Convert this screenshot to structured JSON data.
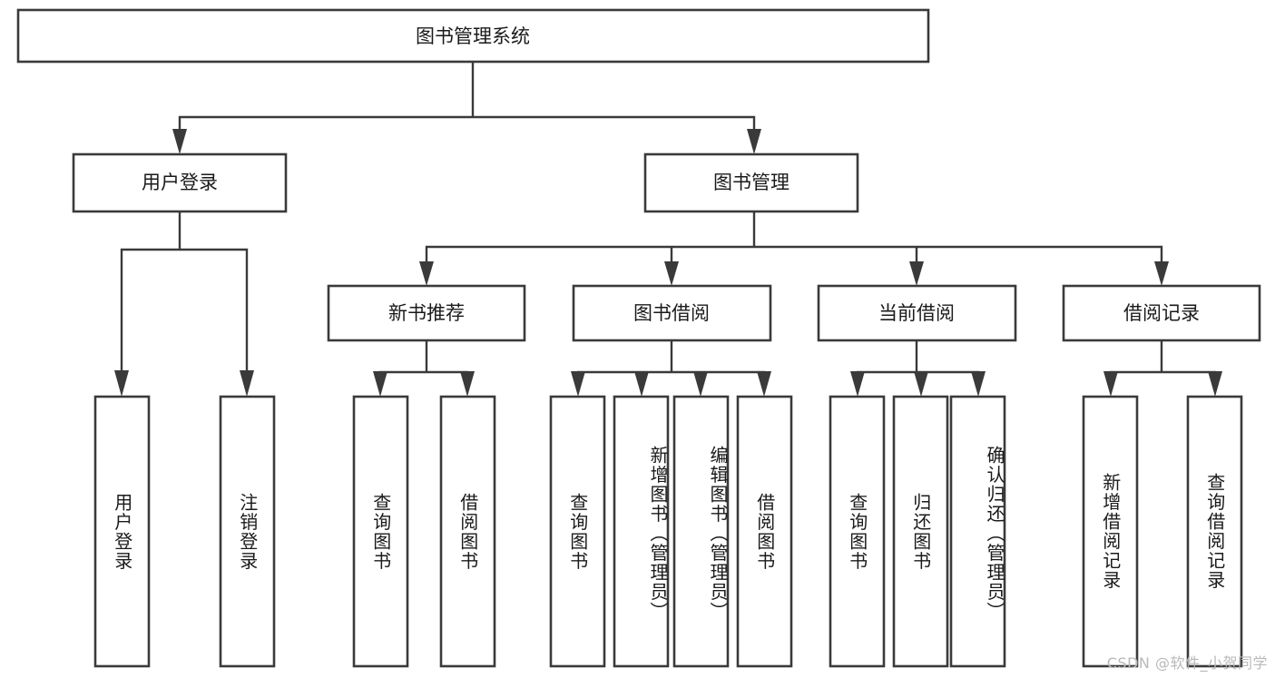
{
  "diagram": {
    "type": "tree-hierarchy",
    "title": "图书管理系统",
    "levels": {
      "root": {
        "label": "图书管理系统"
      },
      "level2": [
        {
          "label": "用户登录"
        },
        {
          "label": "图书管理"
        }
      ],
      "level3": [
        {
          "label": "新书推荐"
        },
        {
          "label": "图书借阅"
        },
        {
          "label": "当前借阅"
        },
        {
          "label": "借阅记录"
        }
      ],
      "leaves": [
        {
          "label": "用户登录",
          "parent": "用户登录"
        },
        {
          "label": "注销登录",
          "parent": "用户登录"
        },
        {
          "label": "查询图书",
          "parent": "新书推荐"
        },
        {
          "label": "借阅图书",
          "parent": "新书推荐"
        },
        {
          "label": "查询图书",
          "parent": "图书借阅"
        },
        {
          "label": "新增图书（管理员）",
          "parent": "图书借阅"
        },
        {
          "label": "编辑图书（管理员）",
          "parent": "图书借阅"
        },
        {
          "label": "借阅图书",
          "parent": "图书借阅"
        },
        {
          "label": "查询图书",
          "parent": "当前借阅"
        },
        {
          "label": "归还图书",
          "parent": "当前借阅"
        },
        {
          "label": "确认归还（管理员）",
          "parent": "当前借阅"
        },
        {
          "label": "新增借阅记录",
          "parent": "借阅记录"
        },
        {
          "label": "查询借阅记录",
          "parent": "借阅记录"
        }
      ]
    },
    "colors": {
      "box_stroke": "#3a3a3a",
      "box_fill": "#ffffff",
      "connector": "#3a3a3a",
      "text": "#1a1a1a",
      "background": "#ffffff",
      "watermark": "#b9b9b9"
    }
  },
  "watermark": {
    "text": "CSDN @软件_小贺同学"
  }
}
